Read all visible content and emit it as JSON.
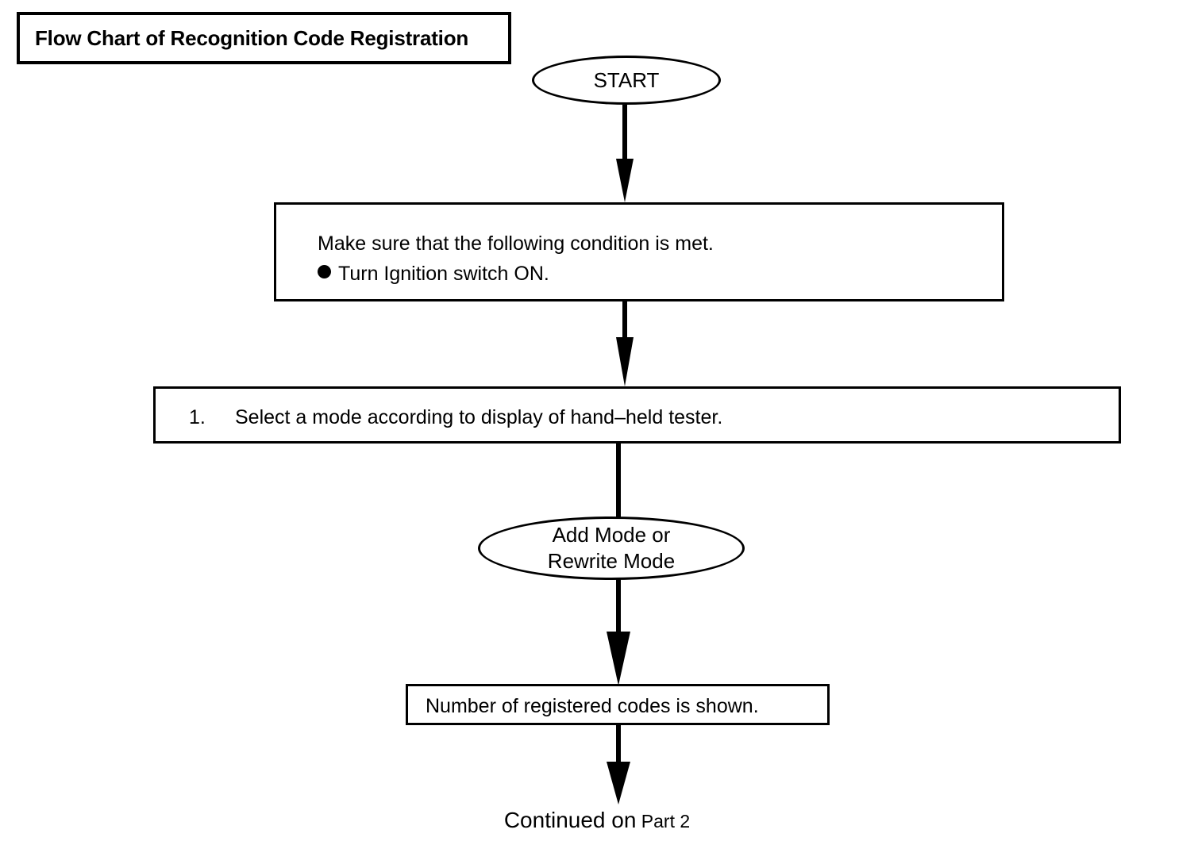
{
  "title": {
    "text": "Flow Chart of Recognition Code Registration"
  },
  "nodes": {
    "start": {
      "type": "terminator",
      "label": "START"
    },
    "condition": {
      "type": "process",
      "line1": "Make sure that the following condition is met.",
      "bullet_icon": "filled-circle-bullet",
      "line2": "Turn Ignition switch ON."
    },
    "select_mode": {
      "type": "process",
      "number": "1.",
      "text": "Select a mode according to display of hand–held tester."
    },
    "mode_choice": {
      "type": "terminator",
      "line1": "Add Mode or",
      "line2": "Rewrite Mode"
    },
    "number_codes": {
      "type": "process",
      "text": "Number of registered codes is shown."
    }
  },
  "footer": {
    "continued_label": "Continued on",
    "part_label": "Part 2"
  },
  "colors": {
    "stroke": "#000000",
    "background": "#ffffff",
    "text": "#000000"
  },
  "chart_data": {
    "type": "flowchart",
    "orientation": "top-to-bottom",
    "title": "Flow Chart of Recognition Code Registration",
    "nodes": [
      {
        "id": "start",
        "shape": "ellipse",
        "text": "START"
      },
      {
        "id": "condition",
        "shape": "rectangle",
        "text": "Make sure that the following condition is met. ● Turn Ignition switch ON."
      },
      {
        "id": "select_mode",
        "shape": "rectangle",
        "text": "1.  Select a mode according to display of hand–held tester."
      },
      {
        "id": "mode_choice",
        "shape": "ellipse",
        "text": "Add Mode or Rewrite Mode"
      },
      {
        "id": "number_codes",
        "shape": "rectangle",
        "text": "Number of registered codes is shown."
      },
      {
        "id": "continued",
        "shape": "text",
        "text": "Continued on Part 2"
      }
    ],
    "edges": [
      {
        "from": "start",
        "to": "condition",
        "arrow": true
      },
      {
        "from": "condition",
        "to": "select_mode",
        "arrow": true
      },
      {
        "from": "select_mode",
        "to": "mode_choice",
        "arrow": false
      },
      {
        "from": "mode_choice",
        "to": "number_codes",
        "arrow": true
      },
      {
        "from": "number_codes",
        "to": "continued",
        "arrow": true
      }
    ]
  }
}
